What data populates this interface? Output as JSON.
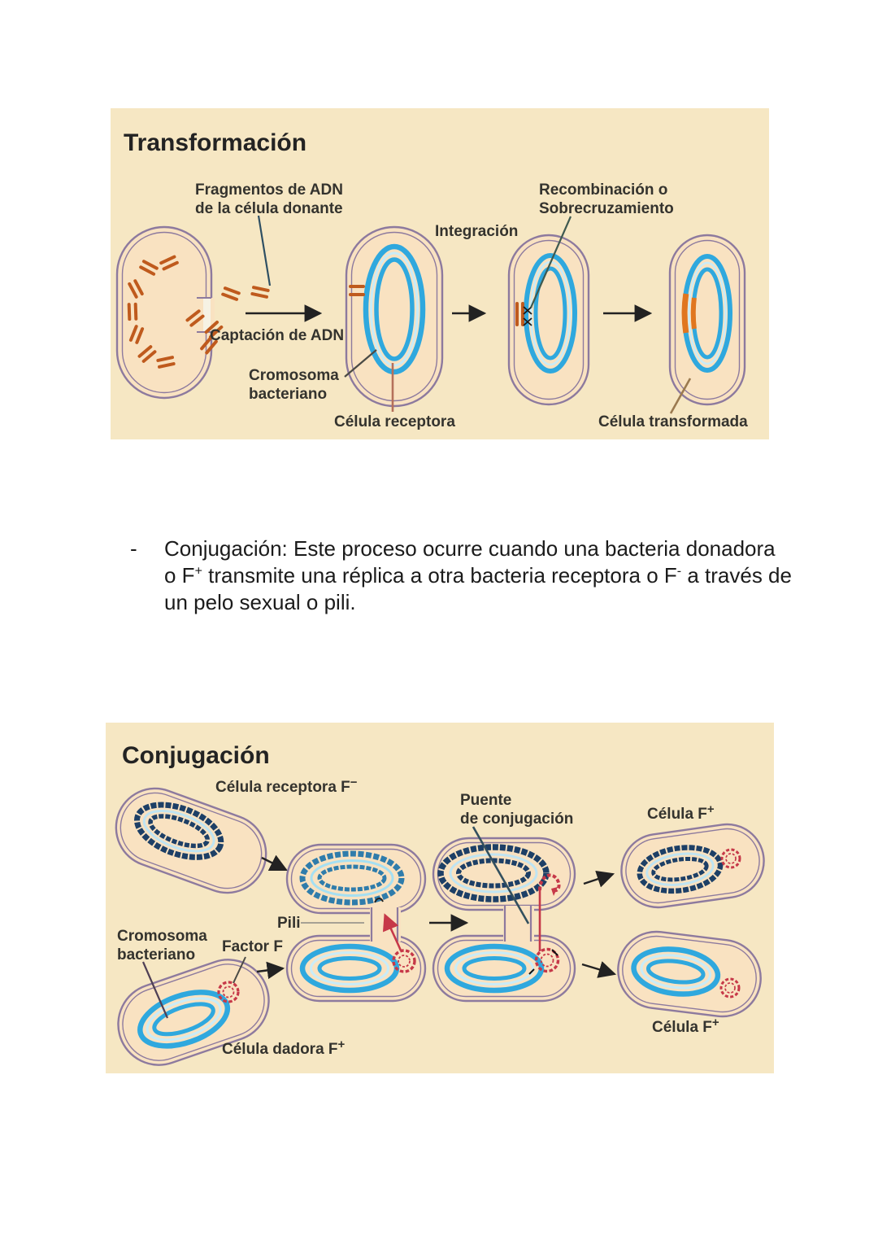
{
  "document": {
    "background": "#ffffff"
  },
  "bullet_paragraph": {
    "dash": "-",
    "line1": "Conjugación: Este proceso ocurre cuando una bacteria donadora",
    "line2_part1": "o F",
    "line2_sup1": "+",
    "line2_part2": " transmite una réplica a otra bacteria receptora o F",
    "line2_sup2": "-",
    "line2_part3": " a través de",
    "line3": "un pelo sexual o pili."
  },
  "transformation_panel": {
    "title": "Transformación",
    "labels": {
      "fragments_line1": "Fragmentos de ADN",
      "fragments_line2": "de la célula donante",
      "recombination_line1": "Recombinación o",
      "recombination_line2": "Sobrecruzamiento",
      "integration": "Integración",
      "dna_uptake": "Captación de ADN",
      "chromosome_line1": "Cromosoma",
      "chromosome_line2": "bacteriano",
      "receptor_cell": "Célula receptora",
      "transformed_cell": "Célula transformada"
    }
  },
  "conjugation_panel": {
    "title": "Conjugación",
    "labels": {
      "receptor_cell": "Célula receptora F",
      "receptor_cell_sup": "−",
      "bridge_line1": "Puente",
      "bridge_line2": "de conjugación",
      "f_plus_cell_top": "Célula F",
      "f_plus_cell_top_sup": "+",
      "pili": "Pili",
      "chromosome_line1": "Cromosoma",
      "chromosome_line2": "bacteriano",
      "factor_f": "Factor F",
      "donor_cell": "Célula dadora F",
      "donor_cell_sup": "+",
      "f_plus_cell_bottom": "Célula F",
      "f_plus_cell_bottom_sup": "+"
    }
  },
  "colors": {
    "panel_background": "#f6e7c3",
    "cell_interior": "#f9e2c1",
    "membrane_purple": "#8d7a9e",
    "chromosome_blue": "#2fa8de",
    "chromosome_teal": "#2f7cab",
    "chromosome_navy": "#1d3f66",
    "ring_highlight": "#c9ecf8",
    "factor_f_red": "#c63848",
    "dna_fragment_orange": "#bf5a1d",
    "integrated_segment_orange": "#e0761f",
    "arrow_black": "#222222",
    "pointer_brown": "#b5705a",
    "text_dark": "#232323"
  }
}
